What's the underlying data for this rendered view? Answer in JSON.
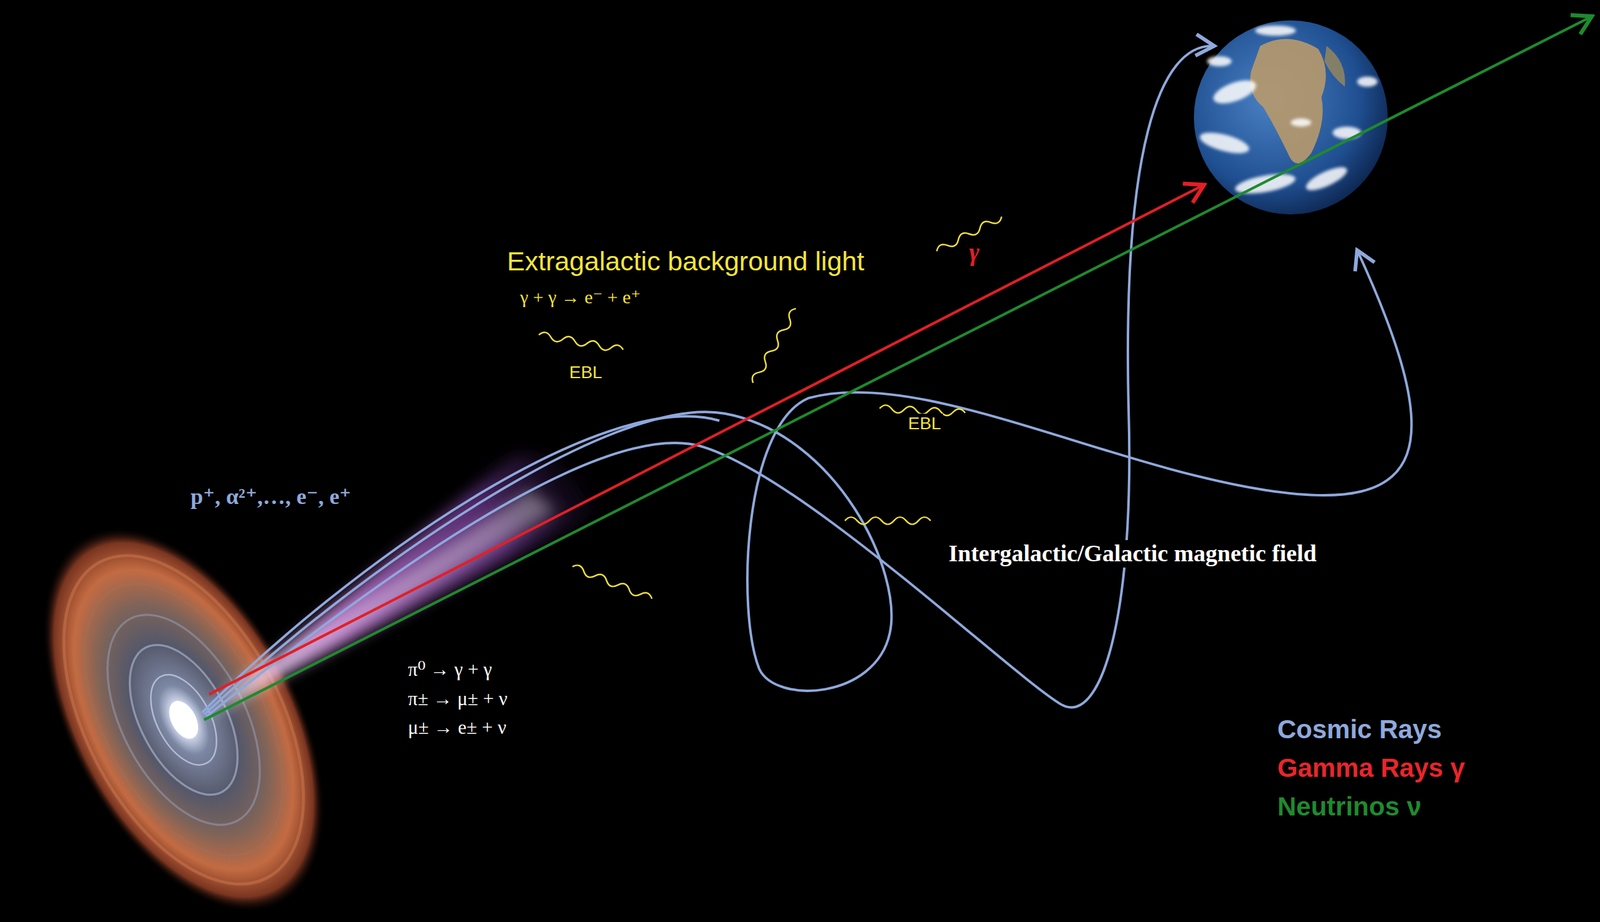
{
  "diagram": {
    "labels": [
      "Extragalactic background light",
      "γ + γ → e⁻ + e⁺",
      "EBL",
      "EBL",
      "γ",
      "p⁺, α²⁺,…, e⁻, e⁺",
      "π⁰ → γ + γ",
      "π± → μ± + ν",
      "μ± → e± + ν",
      "Intergalactic/Galactic magnetic field"
    ],
    "legend": [
      {
        "text": "Cosmic Rays",
        "color": "#8fa9dc"
      },
      {
        "text": "Gamma Rays γ",
        "color": "#e8262b"
      },
      {
        "text": "Neutrinos ν",
        "color": "#1f8a2e"
      }
    ]
  }
}
